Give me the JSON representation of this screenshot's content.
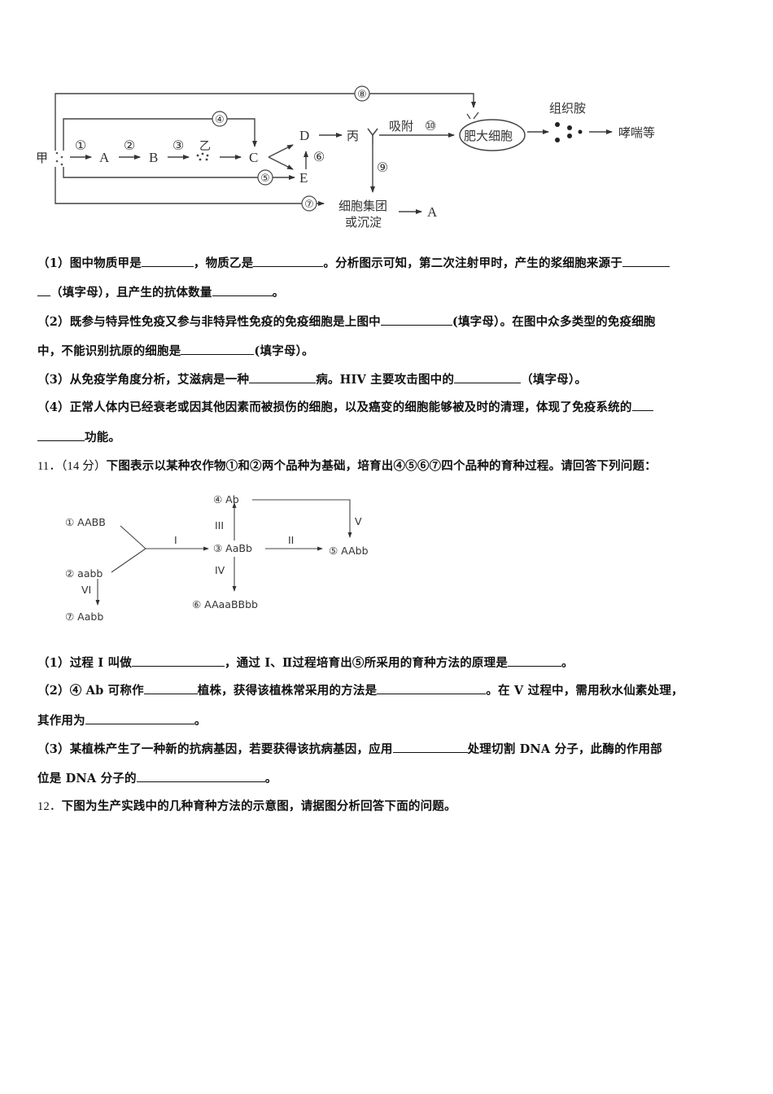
{
  "diagram1": {
    "nodes": {
      "jia": "甲",
      "A": "A",
      "B": "B",
      "yi": "乙",
      "C": "C",
      "D": "D",
      "E": "E",
      "bing": "丙",
      "mast_cell": "肥大细胞",
      "histamine": "组织胺",
      "asthma": "哮喘等",
      "cluster_line1": "细胞集团",
      "cluster_line2": "或沉淀",
      "A_end": "A",
      "adsorb": "吸附"
    },
    "steps": [
      "①",
      "②",
      "③",
      "④",
      "⑤",
      "⑥",
      "⑦",
      "⑧",
      "⑨",
      "⑩"
    ]
  },
  "q10": {
    "p1_a": "（1）图中物质甲是",
    "p1_b": "，物质乙是",
    "p1_c": "。分析图示可知，第二次注射甲时，产生的浆细胞来源于",
    "p1_d": "（填字母），且产生的抗体数量",
    "p1_e": "。",
    "p2_a": "（2）既参与特异性免疫又参与非特异性免疫的免疫细胞是上图中",
    "p2_b": "(填字母）。在图中众多类型的免疫细胞",
    "p2_c": "中，不能识别抗原的细胞是",
    "p2_d": "(填字母）。",
    "p3_a": "（3）从免疫学角度分析，艾滋病是一种",
    "p3_b": "病。HIV 主要攻击图中的",
    "p3_c": "（填字母）。",
    "p4_a": "（4）正常人体内已经衰老或因其他因素而被损伤的细胞，以及癌变的细胞能够被及时的清理，体现了免疫系统的",
    "p4_b": "功能。"
  },
  "q11": {
    "number": "11．",
    "score": "（14 分）",
    "stem": "下图表示以某种农作物①和②两个品种为基础，培育出④⑤⑥⑦四个品种的育种过程。请回答下列问题：",
    "diagram": {
      "n1": "① AABB",
      "n2": "② aabb",
      "n3": "③ AaBb",
      "n4": "④ Ab",
      "n5": "⑤ AAbb",
      "n6": "⑥ AAaaBBbb",
      "n7": "⑦ Aabb",
      "I": "I",
      "II": "II",
      "III": "III",
      "IV": "IV",
      "V": "V",
      "VI": "VI"
    },
    "p1_a": "（1）过程 I 叫做",
    "p1_b": "，通过 I、Ⅱ过程培育出⑤所采用的育种方法的原理是",
    "p1_c": "。",
    "p2_a": "（2）④ Ab 可称作",
    "p2_b": "植株，获得该植株常采用的方法是",
    "p2_c": "。在 V 过程中，需用秋水仙素处理，",
    "p2_d": "其作用为",
    "p2_e": "。",
    "p3_a": "（3）某植株产生了一种新的抗病基因，若要获得该抗病基因，应用",
    "p3_b": "处理切割 DNA 分子，此酶的作用部",
    "p3_c": "位是 DNA 分子的",
    "p3_d": "。"
  },
  "q12": {
    "number": "12．",
    "stem": "下图为生产实践中的几种育种方法的示意图，请据图分析回答下面的问题。"
  }
}
